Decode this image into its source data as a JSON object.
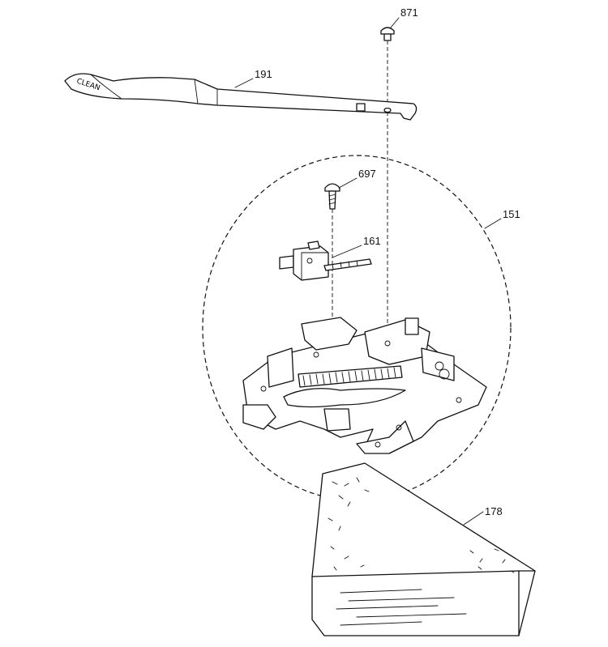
{
  "diagram": {
    "parts": [
      {
        "id": "871",
        "label": "871"
      },
      {
        "id": "191",
        "label": "191"
      },
      {
        "id": "697",
        "label": "697"
      },
      {
        "id": "151",
        "label": "151"
      },
      {
        "id": "161",
        "label": "161"
      },
      {
        "id": "178",
        "label": "178"
      }
    ],
    "lever_text": "CLEAN"
  }
}
